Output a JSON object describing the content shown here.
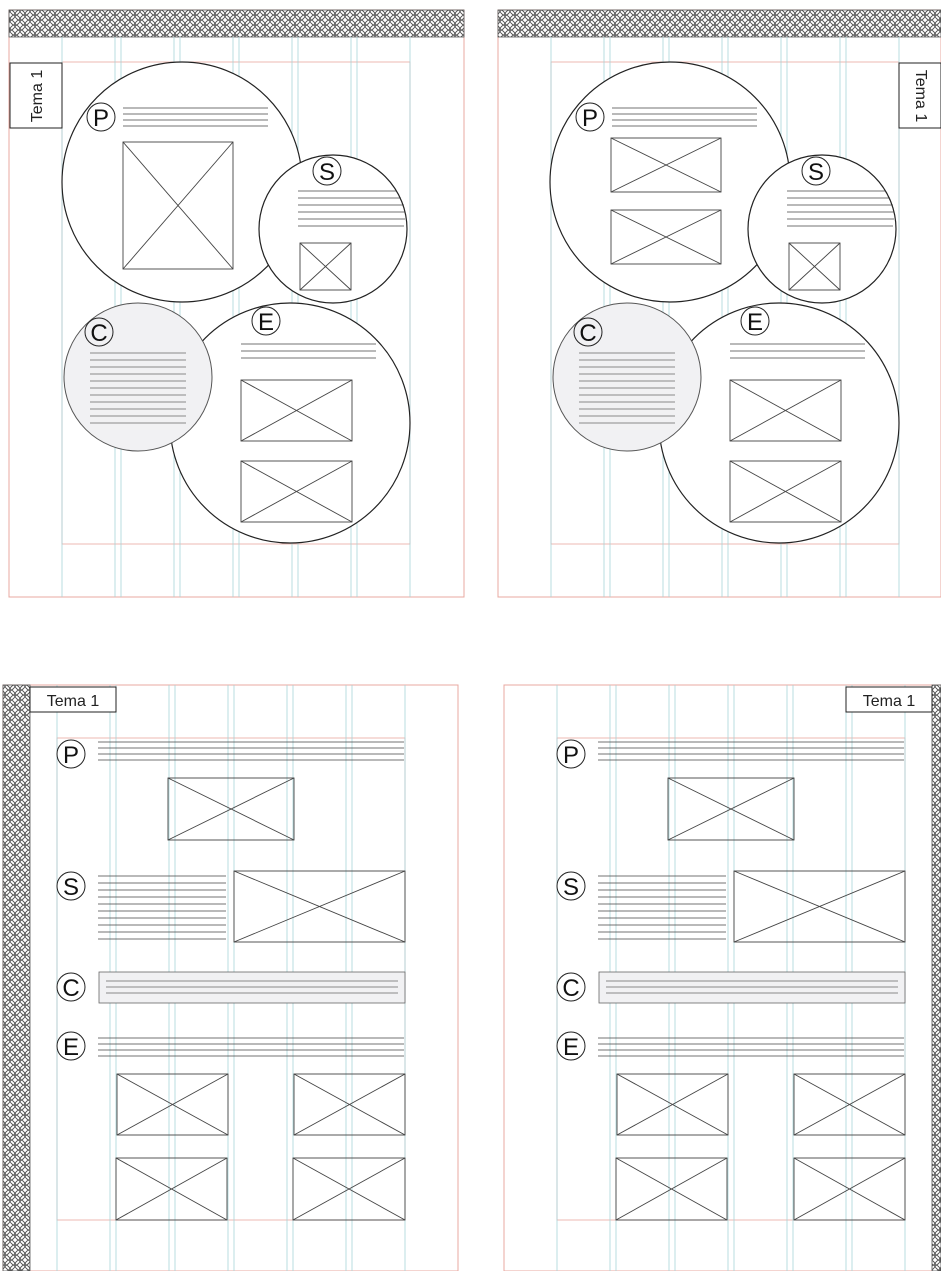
{
  "pages": [
    {
      "tab_label": "Tema 1"
    },
    {
      "tab_label": "Tema 1"
    },
    {
      "tab_label": "Tema 1"
    },
    {
      "tab_label": "Tema 1"
    }
  ],
  "sections": {
    "p": "P",
    "s": "S",
    "c": "C",
    "e": "E"
  },
  "colors": {
    "margin_line": "#e8a9a0",
    "grid_line": "#a8d4d8",
    "ink": "#222222",
    "shade": "#f1f1f3"
  }
}
